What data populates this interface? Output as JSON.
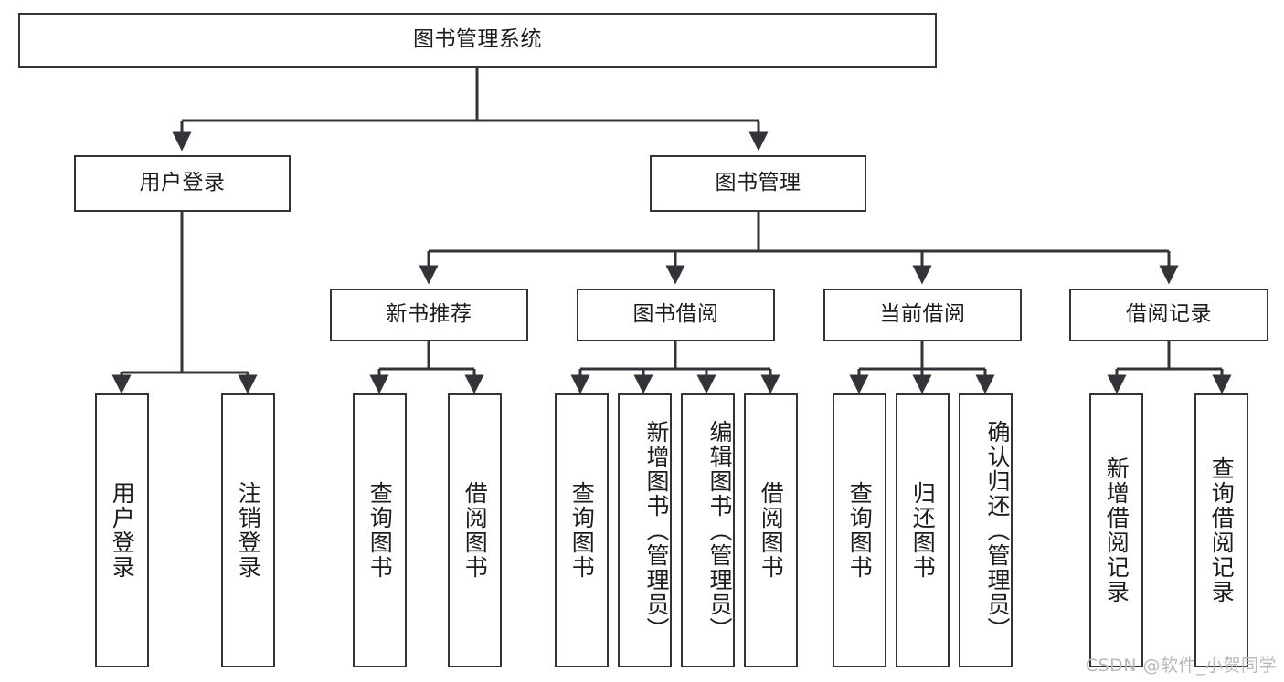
{
  "diagram": {
    "title": "图书管理系统",
    "watermark": "CSDN @软件_小贺同学",
    "colors": {
      "border": "#33333a",
      "background": "#ffffff",
      "text": "#1c1c1c",
      "watermark": "#b9b9bd"
    },
    "levels": {
      "root": {
        "label": "图书管理系统"
      },
      "level2": [
        {
          "label": "用户登录"
        },
        {
          "label": "图书管理"
        }
      ],
      "level3": [
        {
          "label": "新书推荐"
        },
        {
          "label": "图书借阅"
        },
        {
          "label": "当前借阅"
        },
        {
          "label": "借阅记录"
        }
      ],
      "leaves": [
        {
          "label": "用户登录",
          "parent": "用户登录"
        },
        {
          "label": "注销登录",
          "parent": "用户登录"
        },
        {
          "label": "查询图书",
          "parent": "新书推荐"
        },
        {
          "label": "借阅图书",
          "parent": "新书推荐"
        },
        {
          "label": "查询图书",
          "parent": "图书借阅"
        },
        {
          "label": "新增图书（管理员）",
          "parent": "图书借阅"
        },
        {
          "label": "编辑图书（管理员）",
          "parent": "图书借阅"
        },
        {
          "label": "借阅图书",
          "parent": "图书借阅"
        },
        {
          "label": "查询图书",
          "parent": "当前借阅"
        },
        {
          "label": "归还图书",
          "parent": "当前借阅"
        },
        {
          "label": "确认归还（管理员）",
          "parent": "当前借阅"
        },
        {
          "label": "新增借阅记录",
          "parent": "借阅记录"
        },
        {
          "label": "查询借阅记录",
          "parent": "借阅记录"
        }
      ]
    }
  }
}
